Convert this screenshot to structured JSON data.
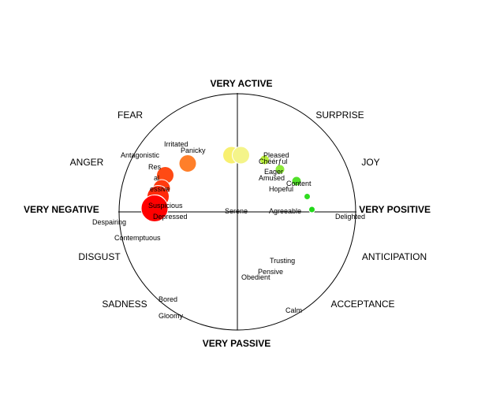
{
  "axes": {
    "top": "VERY ACTIVE",
    "bottom": "VERY PASSIVE",
    "left": "VERY NEGATIVE",
    "right": "VERY POSITIVE"
  },
  "categories": {
    "fear": "FEAR",
    "surprise": "SURPRISE",
    "anger": "ANGER",
    "joy": "JOY",
    "disgust": "DISGUST",
    "anticipation": "ANTICIPATION",
    "sadness": "SADNESS",
    "acceptance": "ACCEPTANCE"
  },
  "words": {
    "irritated": "Irritated",
    "panicky": "Panicky",
    "antagonistic": "Antagonistic",
    "resentful_partial": "Res",
    "al_partial": "al",
    "essive_partial": "essive",
    "suspicious": "Suspicious",
    "depressed": "Depressed",
    "despairing": "Despairing",
    "contemptuous": "Contemptuous",
    "pleased": "Pleased",
    "cheerful_partial": "Chéérƒul",
    "eager": "Eager",
    "amused": "Amused",
    "content": "Content",
    "hopeful": "Hopeful",
    "serene": "Serene",
    "agreeable": "Agreeable",
    "delighted": "Delighted",
    "trusting": "Trusting",
    "pensive": "Pensive",
    "obedient": "Obedient",
    "calm": "Calm",
    "bored": "Bored",
    "gloomy": "Gloomy"
  },
  "markers": [
    {
      "name": "irritated-marker",
      "color": "#ff7f2a",
      "valence": -0.42,
      "arousal": 0.41,
      "size": 3
    },
    {
      "name": "resentful-marker",
      "color": "#ff4a14",
      "valence": -0.61,
      "arousal": 0.31,
      "size": 3
    },
    {
      "name": "al-marker",
      "color": "#ff3a0e",
      "valence": -0.64,
      "arousal": 0.2,
      "size": 3
    },
    {
      "name": "essive-marker",
      "color": "#ff2a0a",
      "valence": -0.67,
      "arousal": 0.13,
      "size": 4
    },
    {
      "name": "suspicious-marker",
      "color": "#ff1a06",
      "valence": -0.69,
      "arousal": 0.05,
      "size": 4
    },
    {
      "name": "despairing-marker",
      "color": "#ff0000",
      "valence": -0.7,
      "arousal": 0.03,
      "size": 5
    },
    {
      "name": "panicky-marker-a",
      "color": "#f8f070",
      "valence": -0.05,
      "arousal": 0.48,
      "size": 3
    },
    {
      "name": "panicky-marker-b",
      "color": "#f4f48a",
      "valence": 0.03,
      "arousal": 0.48,
      "size": 3
    },
    {
      "name": "pleased-marker",
      "color": "#b8ee3a",
      "valence": 0.23,
      "arousal": 0.44,
      "size": 2
    },
    {
      "name": "eager-marker",
      "color": "#8eea3a",
      "valence": 0.36,
      "arousal": 0.36,
      "size": 2
    },
    {
      "name": "content-marker",
      "color": "#52e02a",
      "valence": 0.5,
      "arousal": 0.26,
      "size": 2
    },
    {
      "name": "agreeable-marker",
      "color": "#30dc20",
      "valence": 0.59,
      "arousal": 0.13,
      "size": 1
    },
    {
      "name": "delighted-marker",
      "color": "#20d818",
      "valence": 0.63,
      "arousal": 0.02,
      "size": 1
    }
  ]
}
